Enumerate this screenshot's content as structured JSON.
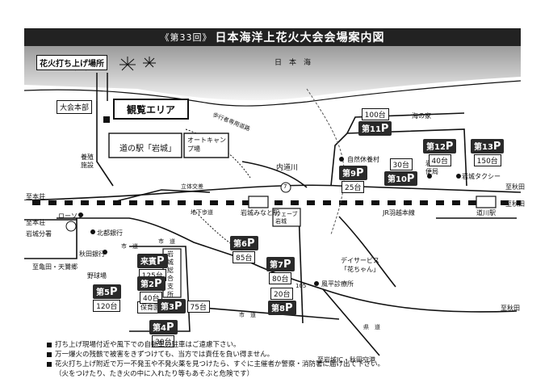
{
  "title": {
    "edition": "《第33回》",
    "main": "日本海洋上花火大会会場案内図"
  },
  "places": {
    "launch_site": "花火打ち上げ場所",
    "sea": "日　本　海",
    "hq": "大会本部",
    "viewing_area": "観覧エリア",
    "yoshoku": "養殖施設",
    "michi_no_eki": "道の駅「岩城」",
    "auto_camp": "オートキャンプ場",
    "rittai_koka": "立体交差",
    "hokosha_senyo": "歩行者専用道路",
    "uchimichi_river": "内道川",
    "shizen_kyuyo": "自然休養村",
    "umi_no_ie": "海の家",
    "iwaki_post": "岩城郵便局",
    "iwaki_taxi": "岩城タクシー",
    "to_akita_1": "至秋田",
    "to_akita_2": "至秋田",
    "to_akita_3": "至秋田",
    "to_honjo_1": "至本荘",
    "to_honjo_2": "至本荘",
    "iwaki_minato_st": "岩城みなと駅",
    "uepu_iwaki": "ウェーブ岩城",
    "jr_line": "JR羽越本線",
    "michikawa_st": "道川駅",
    "lawson": "ローソン",
    "iwaki_bunsho": "岩城分署",
    "hokuto_bank": "北都銀行",
    "akita_bank": "秋田銀行",
    "chika_hodo": "地下歩道",
    "kameda_tenjukuwa": "至亀田・天鷺郷",
    "yakyujo": "野球場",
    "sogo_shisho": "岩城総合支所",
    "hoikuen": "保育園",
    "day_service": "デイサービス「花ちゃん」",
    "kazahira_clinic": "風平診療所",
    "to_iwaki_ic": "至岩城IC・秋田空港",
    "shido": "市　道",
    "shido_2": "市　道",
    "kendo": "県　道",
    "shido_3": "市　道",
    "road_7": "7",
    "road_105": "105"
  },
  "parking": [
    {
      "id": "p11",
      "name": "第11",
      "suffix": "P",
      "capacity": "100台"
    },
    {
      "id": "p12",
      "name": "第12",
      "suffix": "P",
      "capacity": "40台"
    },
    {
      "id": "p13",
      "name": "第13",
      "suffix": "P",
      "capacity": "150台"
    },
    {
      "id": "p9",
      "name": "第9",
      "suffix": "P",
      "capacity": "25台"
    },
    {
      "id": "p10",
      "name": "第10",
      "suffix": "P",
      "capacity": "30台"
    },
    {
      "id": "p6",
      "name": "第6",
      "suffix": "P",
      "capacity": "85台"
    },
    {
      "id": "p7",
      "name": "第7",
      "suffix": "P",
      "capacity": "80台"
    },
    {
      "id": "p8",
      "name": "第8",
      "suffix": "P",
      "capacity": "20台"
    },
    {
      "id": "raihin",
      "name": "来賓",
      "suffix": "P",
      "capacity": "125台"
    },
    {
      "id": "p2",
      "name": "第2",
      "suffix": "P",
      "capacity": "40台"
    },
    {
      "id": "p3",
      "name": "第3",
      "suffix": "P",
      "capacity": "75台"
    },
    {
      "id": "p4",
      "name": "第4",
      "suffix": "P",
      "capacity": "30台"
    },
    {
      "id": "p5",
      "name": "第5",
      "suffix": "P",
      "capacity": "120台"
    }
  ],
  "notes": [
    "打ち上げ現場付近や風下での自動車の駐車はご遠慮下さい。",
    "万一爆火の残骸で被害をきずつけても、当方では責任を負い得ません。",
    "花火打ち上げ附近で万一不発玉や不発火薬を見つけたら、すぐに主催者か警察・消防署に届け出て下さい。",
    "（火をつけたり、たき火の中に入れたり等もあそぶと危険です）"
  ],
  "colors": {
    "ink": "#111111",
    "parking_bg": "#2a2a2a",
    "sea_shade": "#bdbdbd"
  }
}
